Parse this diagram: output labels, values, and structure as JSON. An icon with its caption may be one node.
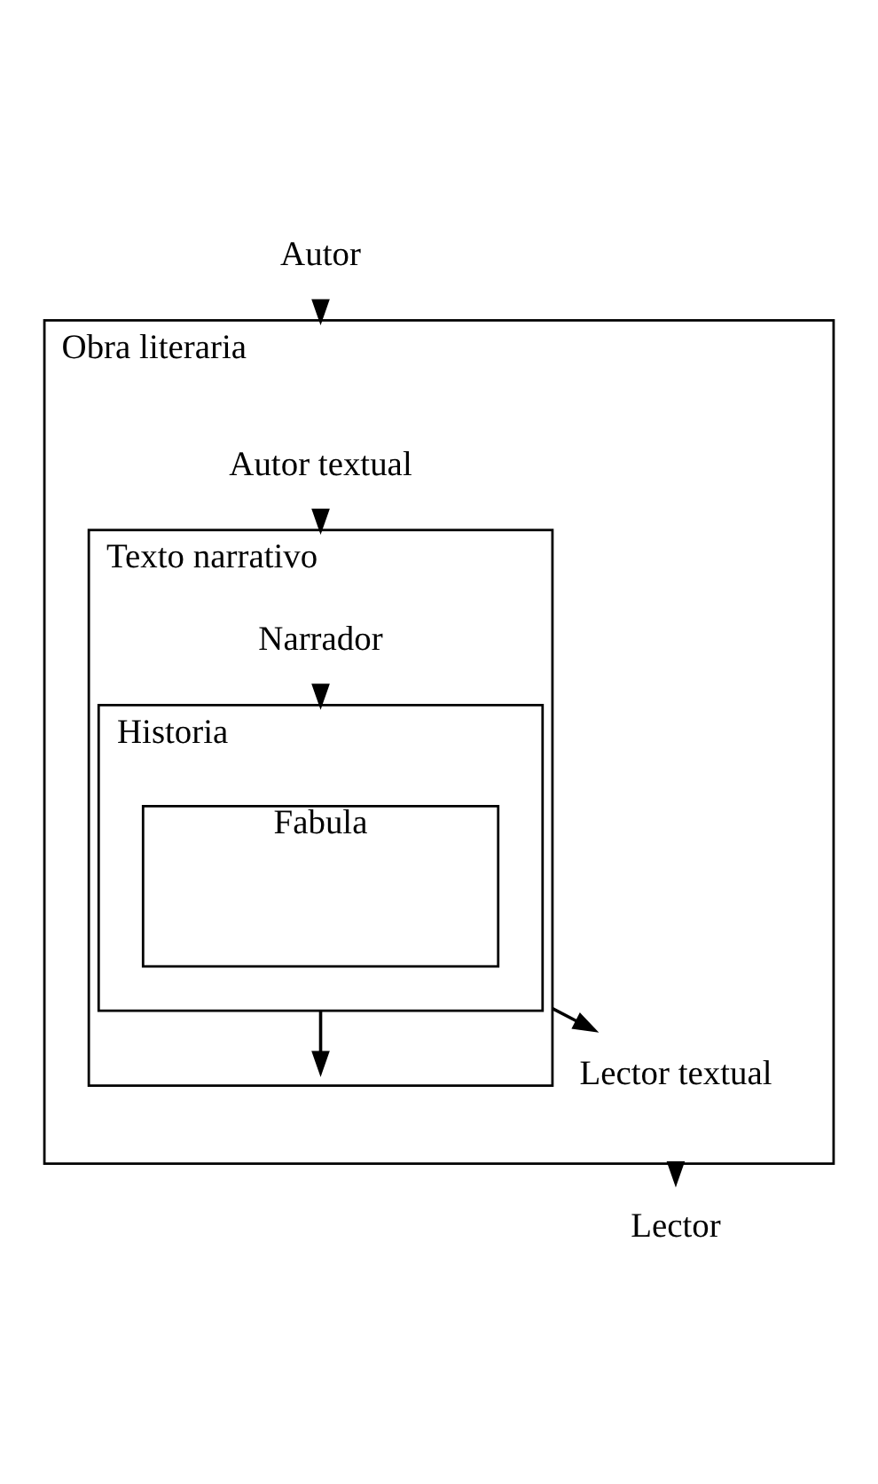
{
  "diagram": {
    "nodes": [
      {
        "text": [
          "Autor"
        ]
      },
      {
        "text": [
          "Obra literaria"
        ]
      },
      {
        "text": [
          "Autor textual"
        ],
        "in": 1
      },
      {
        "text": [
          "Texto narrativo"
        ],
        "in": 1
      },
      {
        "text": [
          "Narrador"
        ],
        "in": 3
      },
      {
        "text": [
          "Historia"
        ],
        "in": 3
      },
      {
        "text": [
          "Fabula"
        ],
        "in": 5
      },
      {
        "text": [
          "Lector textual"
        ],
        "in": 1
      },
      {
        "text": [
          "Lector"
        ]
      }
    ],
    "edges": [
      {
        "from": 0,
        "to": 1,
        "arrow": "to"
      },
      {
        "from": 2,
        "to": 3,
        "arrow": "to"
      },
      {
        "from": 4,
        "to": 5,
        "arrow": "to"
      },
      {
        "from": 5,
        "to": null,
        "arrow": "to"
      },
      {
        "from": 3,
        "to": 7,
        "arrow": "to"
      },
      {
        "from": 1,
        "to": 8,
        "arrow": "to"
      }
    ]
  }
}
